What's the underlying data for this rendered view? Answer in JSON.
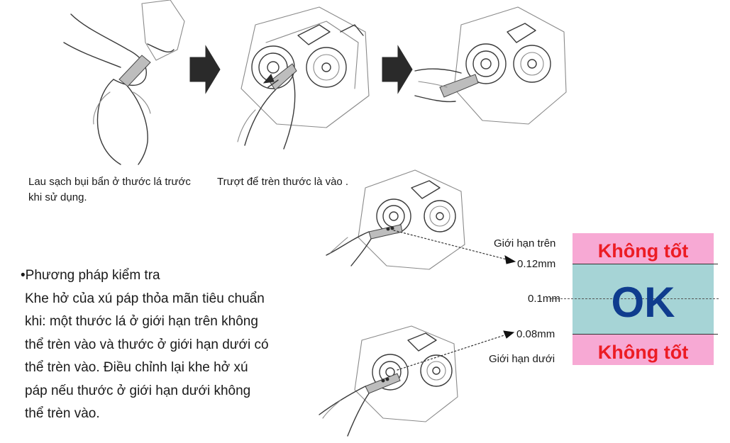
{
  "captions": {
    "step1": "Lau sạch bụi bẩn ở thước lá trước khi sử dụng.",
    "step2": "Trượt để trèn thước là vào ."
  },
  "method": {
    "title": "•Phương pháp kiểm tra",
    "lines": [
      "Khe hở của xú páp thỏa mãn tiêu chuẩn",
      "khi: một thước lá ở giới hạn trên không",
      "thể trèn vào và thước ở giới hạn dưới có",
      "thể trèn vào. Điều chỉnh lại khe hở xú",
      "páp nếu thước ở giới hạn dưới không",
      "thể trèn vào."
    ]
  },
  "gauge": {
    "upper_label": "Giới hạn trên",
    "lower_label": "Giới hạn dưới",
    "upper_value": "0.12mm",
    "mid_value": "0.1mm",
    "lower_value": "0.08mm",
    "bad_text": "Không tốt",
    "ok_text": "OK",
    "colors": {
      "bad_zone": "#f7a9d4",
      "ok_zone": "#a6d4d6",
      "bad_text": "#ec1c24",
      "ok_text": "#0f3c8e"
    }
  },
  "icons": [
    "arrow-right-icon",
    "hand-cloth-icon",
    "engine-feeler-icon"
  ]
}
